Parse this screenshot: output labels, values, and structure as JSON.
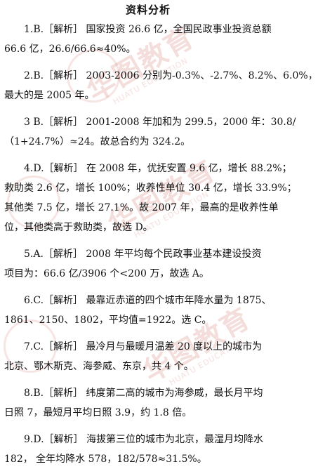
{
  "title": "资料分析",
  "watermark": {
    "brand_cn": "华图教育",
    "brand_en": "HUATU EDUCATION"
  },
  "items": [
    {
      "lines": [
        "1.B.［解析］ 国家投资 26.6 亿，全国民政事业投资总额",
        "66.6 亿，26.6/66.6≈40%。"
      ]
    },
    {
      "lines": [
        "2.B.［解析］ 2003-2006 分别为-0.3%、-2.7%、8.2%、6.0%，",
        "最大的是 2005 年。"
      ]
    },
    {
      "lines": [
        "3 B.［解析］ 2001-2008 年加和为 299.5，2000 年：30.8/",
        "（1+24.7%）≈24。故总合约为 324.2。"
      ]
    },
    {
      "lines": [
        "4.D.［解析］ 在 2008 年，优抚安置 9.6 亿，增长 88.2%；",
        "救助类 2.6 亿，增长 100%；收养性单位 30.4 亿，增长 33.9%；",
        "其他类 7.5 亿，增长 27.1%。故 2007 年，最高的是收养性单",
        "位，其他类高于救助类，故选 D。"
      ]
    },
    {
      "lines": [
        "5.A.［解析］ 2008 年平均每个民政事业基本建设投资",
        "项目为：66.6 亿/3906 个<200 万，故选 A。"
      ]
    },
    {
      "lines": [
        "6.C.［解析］ 最靠近赤道的四个城市年降水量为 1875、",
        "1861、2150、1802，平均值=1922。选 C。"
      ]
    },
    {
      "lines": [
        "7.C.［解析］ 最冷月与最暖月温差 20 度以上的城市为",
        "北京、鄂木斯克、海参威、东京，共 4 个。"
      ]
    },
    {
      "lines": [
        "8.B.［解析］ 纬度第二高的城市为海参威，最长月平均",
        "日照 7，最短月平均日照 3.9，约 1.8 倍。"
      ]
    },
    {
      "lines": [
        "9.D.［解析］ 海拔第三位的城市为北京，最湿月均降水",
        "182， 全年均降水 578，182/578≈31.5%。"
      ]
    }
  ]
}
